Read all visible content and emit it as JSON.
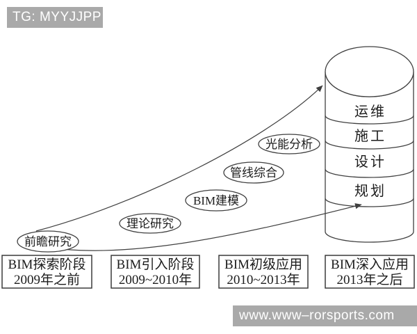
{
  "header_badge": {
    "text": "TG: MYYJJPP"
  },
  "watermark_badge": {
    "text": "www.www–rorsports.com"
  },
  "colors": {
    "badge_bg": "#a9a9a9",
    "badge_text": "#ffffff",
    "line": "#3f3f3f",
    "text": "#1c1c1c",
    "background": "#ffffff"
  },
  "diagram": {
    "bubbles": [
      {
        "label": "前瞻研究"
      },
      {
        "label": "理论研究"
      },
      {
        "label": "BIM建模"
      },
      {
        "label": "管线综合"
      },
      {
        "label": "光能分析"
      }
    ],
    "cylinder": {
      "layers": [
        {
          "label": "运维"
        },
        {
          "label": "施工"
        },
        {
          "label": "设计"
        },
        {
          "label": "规划"
        }
      ]
    },
    "phases": [
      {
        "label": "BIM探索阶段",
        "years": "2009年之前"
      },
      {
        "label": "BIM引入阶段",
        "years": "2009~2010年"
      },
      {
        "label": "BIM初级应用",
        "years": "2010~2013年"
      },
      {
        "label": "BIM深入应用",
        "years": "2013年之后"
      }
    ]
  }
}
